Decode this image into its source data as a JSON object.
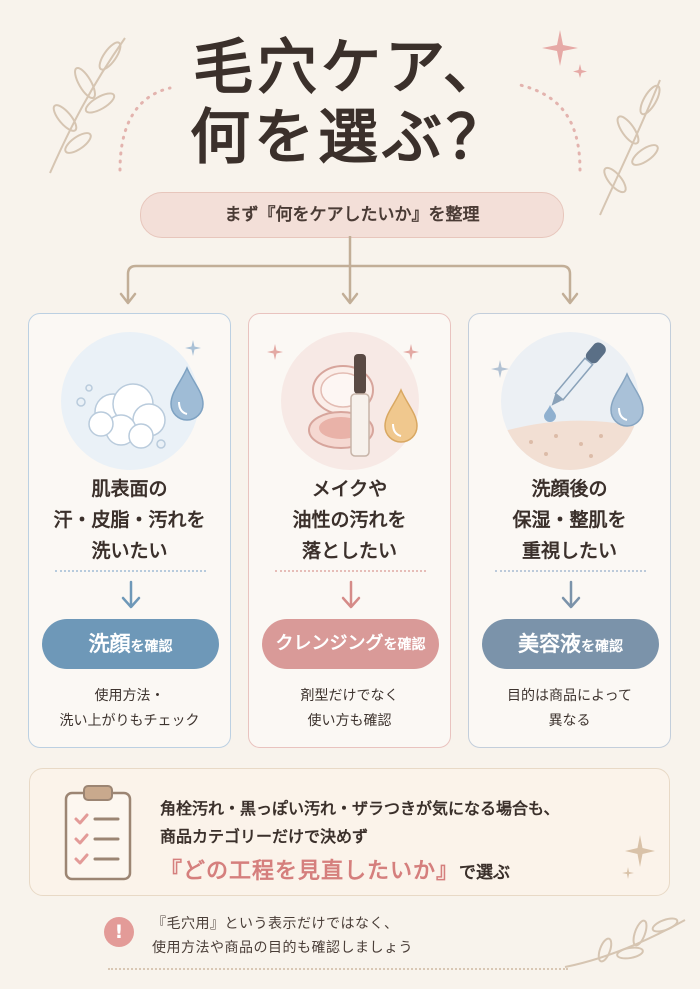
{
  "title": {
    "line1": "毛穴ケア、",
    "line2": "何を選ぶ？"
  },
  "subtitle": "まず『何をケアしたいか』を整理",
  "cards": [
    {
      "heading": [
        "肌表面の",
        "汗・皮脂・汚れを",
        "洗いたい"
      ],
      "button_main": "洗顔",
      "button_suffix": "を確認",
      "note": [
        "使用方法・",
        "洗い上がりもチェック"
      ],
      "color": "#6e98b8"
    },
    {
      "heading": [
        "メイクや",
        "油性の汚れを",
        "落としたい"
      ],
      "button_main": "クレンジング",
      "button_suffix": "を確認",
      "note": [
        "剤型だけでなく",
        "使い方も確認"
      ],
      "color": "#d99a98"
    },
    {
      "heading": [
        "洗顔後の",
        "保湿・整肌を",
        "重視したい"
      ],
      "button_main": "美容液",
      "button_suffix": "を確認",
      "note": [
        "目的は商品によって",
        "異なる"
      ],
      "color": "#7b93aa"
    }
  ],
  "summary": {
    "line1": "角栓汚れ・黒っぽい汚れ・ザラつきが気になる場合も、",
    "line2": "商品カテゴリーだけで決めず",
    "line3_highlight": "『どの工程を見直したいか』",
    "line3_suffix": "で選ぶ"
  },
  "warning": {
    "icon": "!",
    "line1": "『毛穴用』という表示だけではなく、",
    "line2": "使用方法や商品の目的も確認しましょう"
  },
  "colors": {
    "background": "#f8f3ec",
    "accent_pink": "#d57f7d",
    "branch": "#c2ae97"
  }
}
